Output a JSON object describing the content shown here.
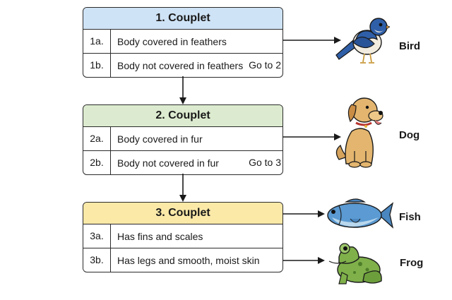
{
  "couplets": [
    {
      "title": "1. Couplet",
      "header_color": "#cfe3f6",
      "rows": [
        {
          "num": "1a.",
          "text": "Body covered in feathers",
          "goto": ""
        },
        {
          "num": "1b.",
          "text": "Body not covered in feathers",
          "goto": "Go to 2"
        }
      ]
    },
    {
      "title": "2. Couplet",
      "header_color": "#dcebcf",
      "rows": [
        {
          "num": "2a.",
          "text": "Body covered in fur",
          "goto": ""
        },
        {
          "num": "2b.",
          "text": "Body not covered in fur",
          "goto": "Go to 3"
        }
      ]
    },
    {
      "title": "3. Couplet",
      "header_color": "#fbe9a8",
      "rows": [
        {
          "num": "3a.",
          "text": "Has fins and scales",
          "goto": ""
        },
        {
          "num": "3b.",
          "text": "Has legs and smooth, moist skin",
          "goto": ""
        }
      ]
    }
  ],
  "outcomes": [
    {
      "label": "Bird",
      "icon": "bird-icon"
    },
    {
      "label": "Dog",
      "icon": "dog-icon"
    },
    {
      "label": "Fish",
      "icon": "fish-icon"
    },
    {
      "label": "Frog",
      "icon": "frog-icon"
    }
  ]
}
